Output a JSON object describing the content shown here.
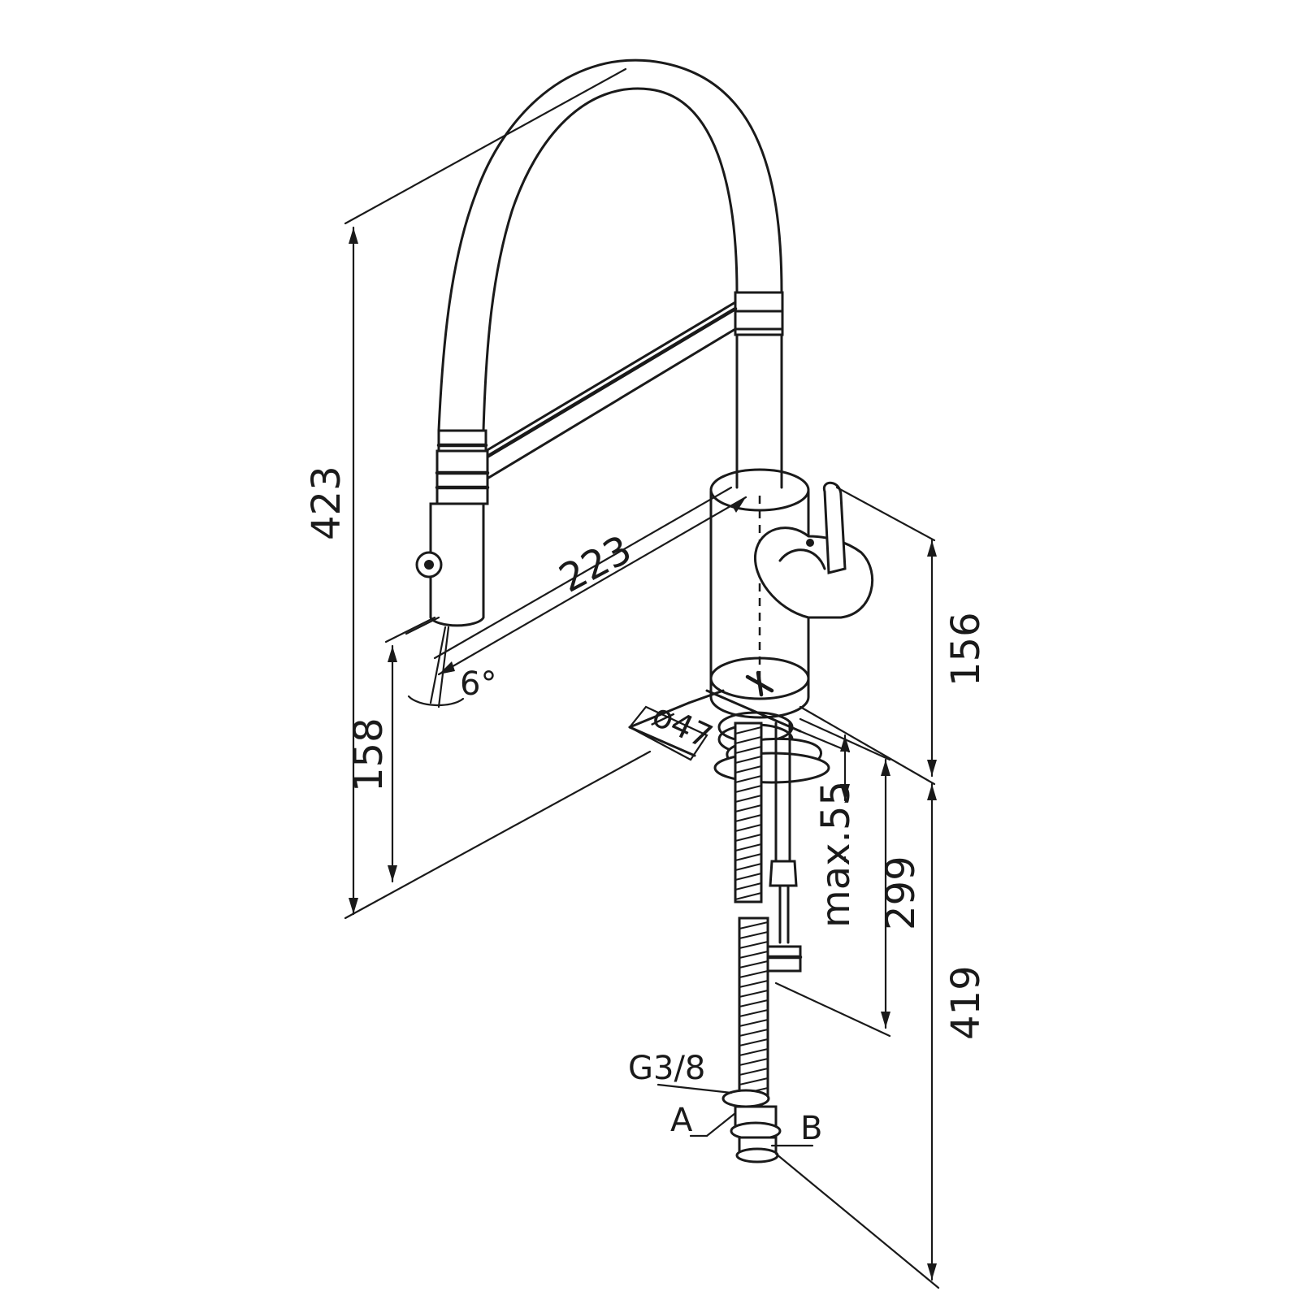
{
  "dimensions": {
    "total_height": "423",
    "reach": "223",
    "spout_height": "158",
    "body_height": "156",
    "below_counter": "419",
    "hose_length": "299",
    "max_thickness": "max.55",
    "hole_diameter": "ø47",
    "spray_angle": "6°",
    "thread": "G3/8",
    "connection_a": "A",
    "connection_b": "B"
  },
  "colors": {
    "line": "#1a1a1a",
    "background": "#ffffff"
  }
}
